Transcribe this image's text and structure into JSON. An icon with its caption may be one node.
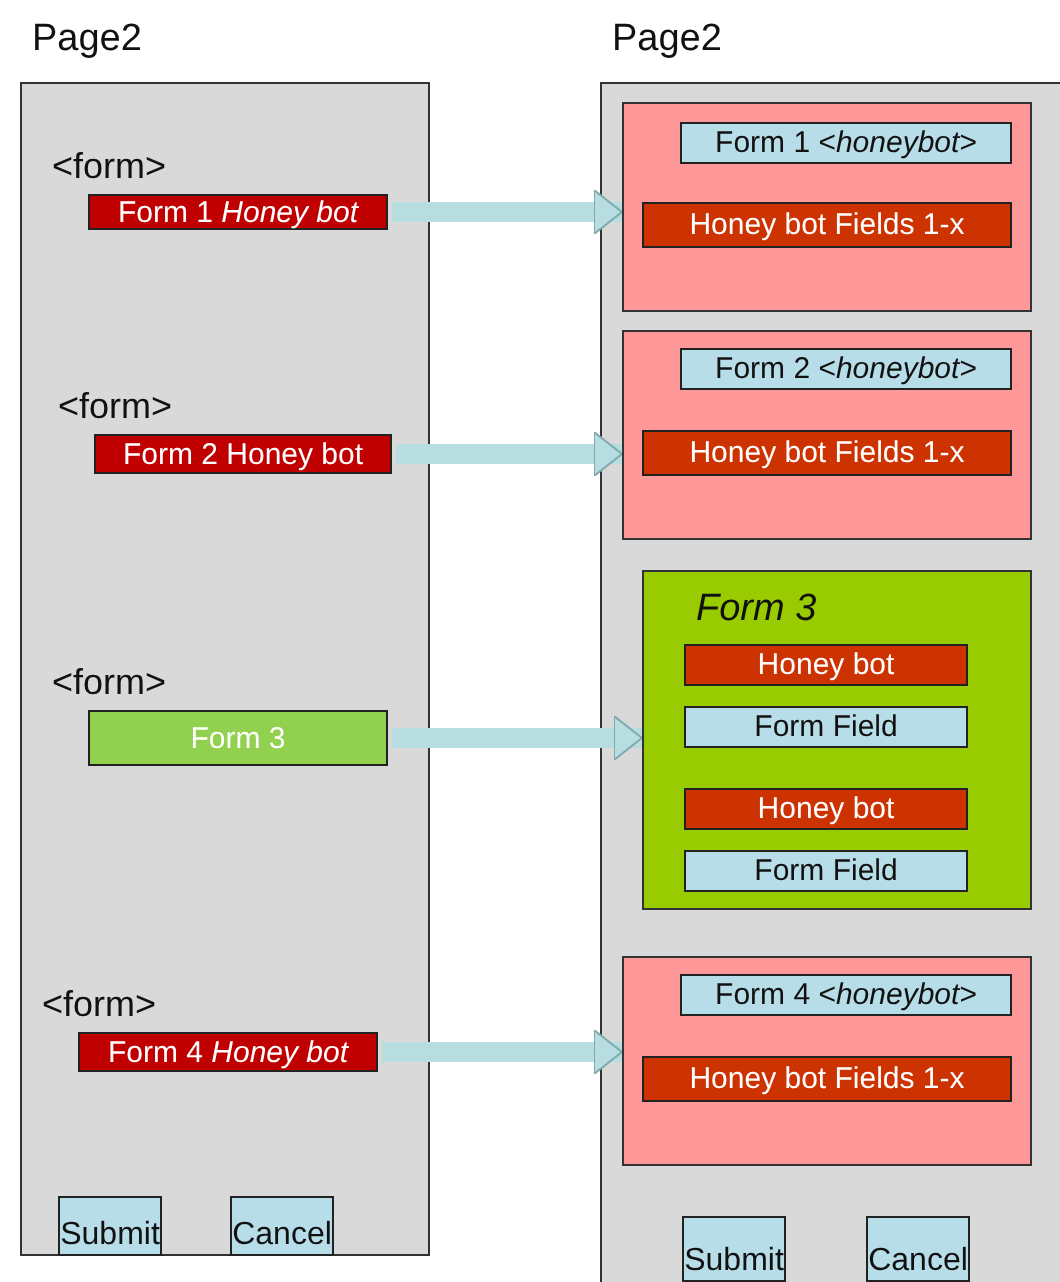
{
  "diagram": {
    "nodes": [
      {
        "text": [
          "Page2"
        ]
      },
      {
        "text": [
          "Form 1 *Honey bot*"
        ],
        "in": 0,
        "beside": [
          "<form>"
        ]
      },
      {
        "text": [
          "Form 2 Honey bot"
        ],
        "in": 0,
        "beside": [
          "<form>"
        ]
      },
      {
        "text": [
          "Form 3"
        ],
        "in": 0,
        "beside": [
          "<form>"
        ]
      },
      {
        "text": [
          "Form 4 *Honey bot*"
        ],
        "in": 0,
        "beside": [
          "<form>"
        ]
      },
      {
        "text": [
          "Submit"
        ],
        "in": 0
      },
      {
        "text": [
          "Cancel"
        ],
        "in": 0
      },
      {
        "text": [
          "Page2"
        ]
      },
      {
        "text": [],
        "shape": "box",
        "in": 7
      },
      {
        "text": [
          "Form 1 <*honeybot*>"
        ],
        "in": 8
      },
      {
        "text": [
          "Honey bot Fields 1-x"
        ],
        "in": 8
      },
      {
        "text": [],
        "shape": "box",
        "in": 7
      },
      {
        "text": [
          "Form 2 <*honeybot*>"
        ],
        "in": 11
      },
      {
        "text": [
          "Honey bot Fields 1-x"
        ],
        "in": 11
      },
      {
        "text": [
          "Form 3"
        ],
        "in": 7
      },
      {
        "text": [
          "Honey bot"
        ],
        "in": 14
      },
      {
        "text": [
          "Form Field"
        ],
        "in": 14
      },
      {
        "text": [
          "Honey bot"
        ],
        "in": 14
      },
      {
        "text": [
          "Form Field"
        ],
        "in": 14
      },
      {
        "text": [],
        "shape": "box",
        "in": 7
      },
      {
        "text": [
          "Form 4 <*honeybot*>"
        ],
        "in": 19
      },
      {
        "text": [
          "Honey bot Fields 1-x"
        ],
        "in": 19
      },
      {
        "text": [
          "Submit"
        ],
        "in": 7
      },
      {
        "text": [
          "Cancel"
        ],
        "in": 7
      }
    ],
    "edges": [
      {
        "from": 1,
        "to": 8,
        "arrow": "to"
      },
      {
        "from": 2,
        "to": 11,
        "arrow": "to"
      },
      {
        "from": 3,
        "to": 14,
        "arrow": "to"
      },
      {
        "from": 4,
        "to": 19,
        "arrow": "to"
      }
    ]
  }
}
